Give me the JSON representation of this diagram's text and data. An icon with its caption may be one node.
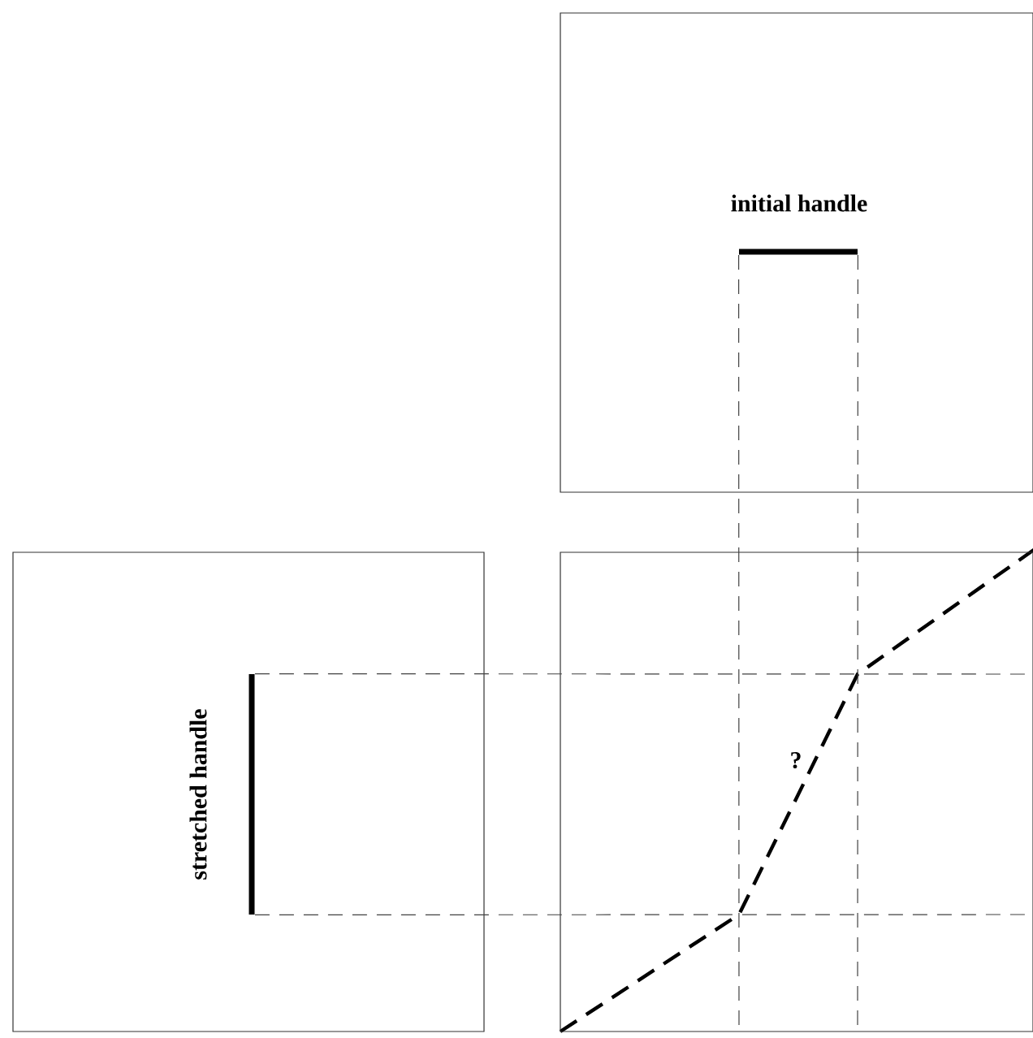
{
  "diagram": {
    "nodes": [
      {
        "text": [
          "initial handle"
        ]
      },
      {
        "text": [
          "stretched handle"
        ]
      },
      {
        "text": [
          "?"
        ]
      },
      {
        "text": [],
        "shape": "bar",
        "in": 0
      },
      {
        "text": [],
        "shape": "bar",
        "in": 1
      }
    ],
    "edges": [
      {
        "from": 3,
        "to": 2,
        "arrow": "none",
        "style": "dashed"
      },
      {
        "from": 3,
        "to": 2,
        "arrow": "none",
        "style": "dashed"
      },
      {
        "from": 4,
        "to": 2,
        "arrow": "none",
        "style": "dashed"
      },
      {
        "from": 4,
        "to": 2,
        "arrow": "none",
        "style": "dashed"
      }
    ]
  }
}
